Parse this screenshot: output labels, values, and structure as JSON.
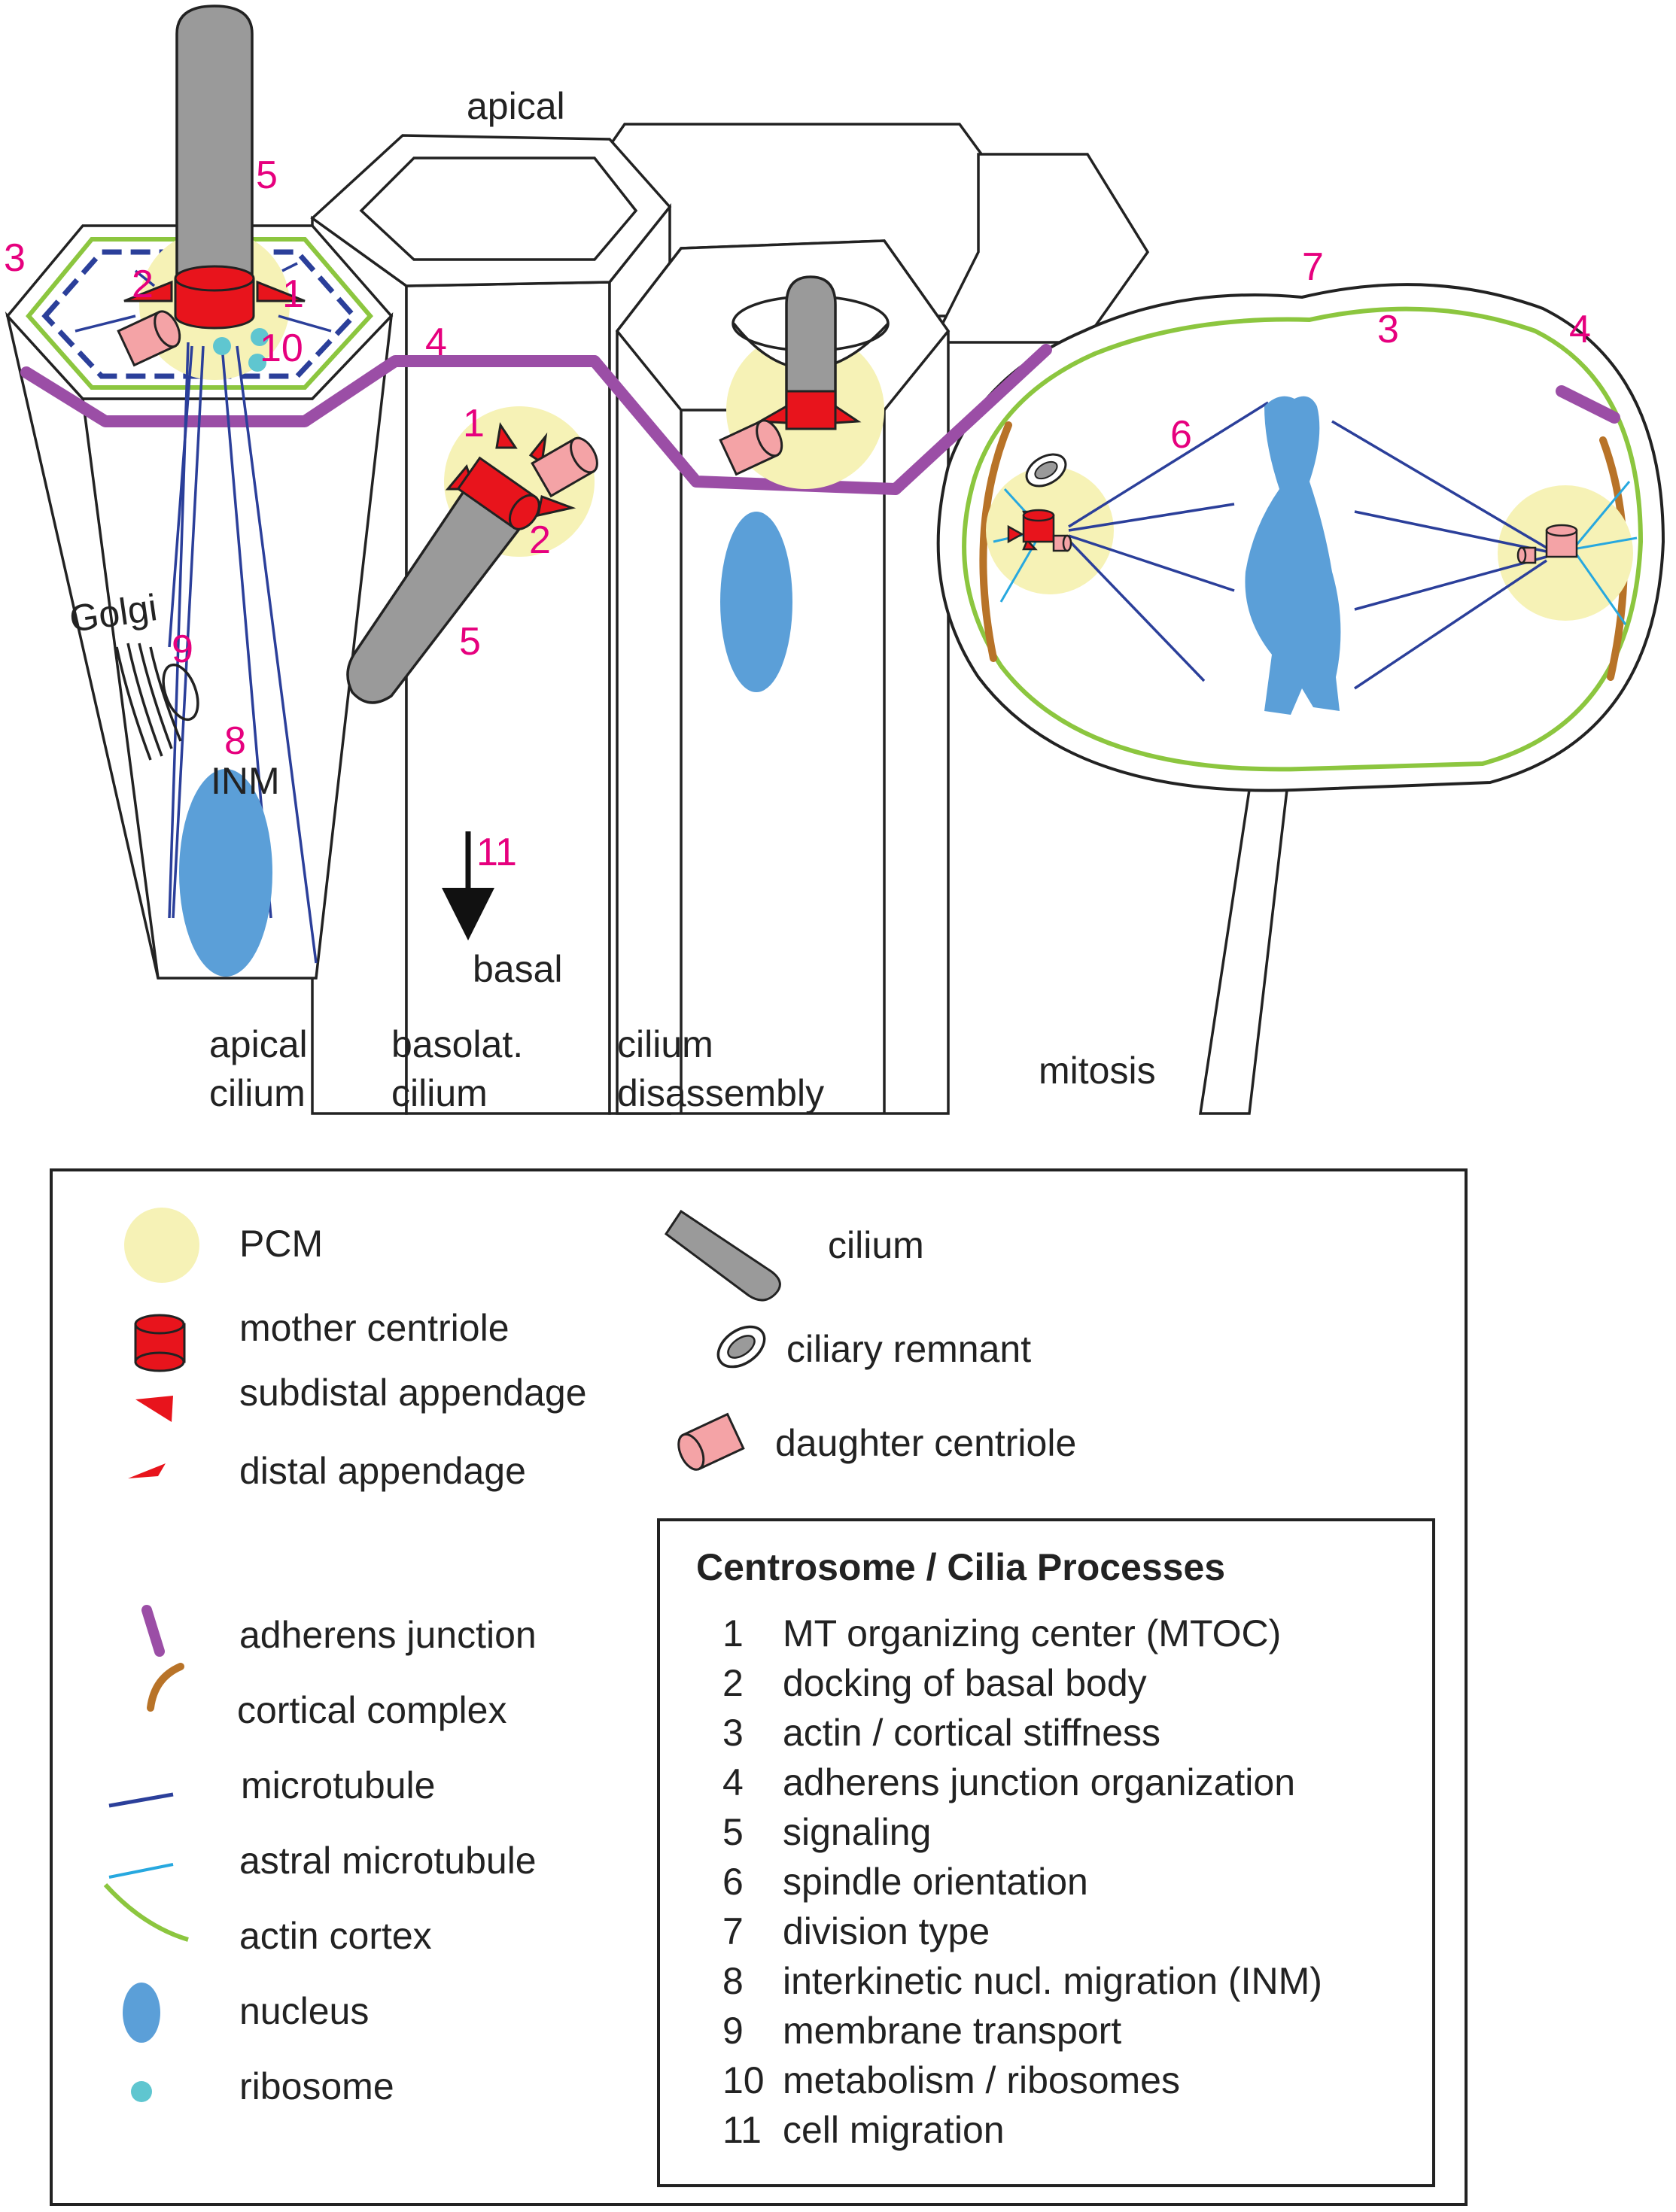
{
  "diagram": {
    "labels": {
      "apical": "apical",
      "golgi": "Golgi",
      "inm": "INM",
      "basal": "basal"
    },
    "cell_labels": [
      {
        "line1": "apical",
        "line2": "cilium"
      },
      {
        "line1": "basolat.",
        "line2": "cilium"
      },
      {
        "line1": "cilium",
        "line2": "disassembly"
      },
      {
        "line1": "mitosis",
        "line2": ""
      }
    ],
    "numbers": {
      "n1": "1",
      "n2": "2",
      "n3": "3",
      "n4": "4",
      "n5": "5",
      "n6": "6",
      "n7": "7",
      "n8": "8",
      "n9": "9",
      "n10": "10",
      "n11": "11"
    },
    "colors": {
      "pcm": "#f6f2b6",
      "mother_centriole": "#e8141c",
      "daughter_centriole": "#f4a3a6",
      "cilium": "#9a9a9a",
      "adherens_junction": "#9b4ea6",
      "cortical_complex": "#b87328",
      "microtubule": "#2b3f9a",
      "astral_microtubule": "#27a8df",
      "actin_cortex": "#8cc63f",
      "nucleus": "#5b9fd8",
      "ribosome": "#5fc6d0",
      "numbers": "#e6007e"
    }
  },
  "legend": {
    "left_items": [
      {
        "icon": "pcm",
        "label": "PCM"
      },
      {
        "icon": "mother-centriole",
        "label": "mother centriole"
      },
      {
        "icon": "subdistal-appendage",
        "label": "subdistal appendage"
      },
      {
        "icon": "distal-appendage",
        "label": "distal appendage"
      },
      {
        "icon": "adherens-junction",
        "label": "adherens junction"
      },
      {
        "icon": "cortical-complex",
        "label": "cortical complex"
      },
      {
        "icon": "microtubule",
        "label": "microtubule"
      },
      {
        "icon": "astral-microtubule",
        "label": "astral microtubule"
      },
      {
        "icon": "actin-cortex",
        "label": "actin cortex"
      },
      {
        "icon": "nucleus",
        "label": "nucleus"
      },
      {
        "icon": "ribosome",
        "label": "ribosome"
      }
    ],
    "right_items": [
      {
        "icon": "cilium",
        "label": "cilium"
      },
      {
        "icon": "ciliary-remnant",
        "label": "ciliary remnant"
      },
      {
        "icon": "daughter-centriole",
        "label": "daughter centriole"
      }
    ],
    "processes": {
      "title": "Centrosome / Cilia Processes",
      "items": [
        {
          "num": "1",
          "text": "MT organizing center (MTOC)"
        },
        {
          "num": "2",
          "text": "docking of basal body"
        },
        {
          "num": "3",
          "text": "actin / cortical stiffness"
        },
        {
          "num": "4",
          "text": "adherens junction organization"
        },
        {
          "num": "5",
          "text": "signaling"
        },
        {
          "num": "6",
          "text": "spindle orientation"
        },
        {
          "num": "7",
          "text": "division type"
        },
        {
          "num": "8",
          "text": "interkinetic nucl. migration (INM)"
        },
        {
          "num": "9",
          "text": "membrane transport"
        },
        {
          "num": "10",
          "text": "metabolism / ribosomes"
        },
        {
          "num": "11",
          "text": "cell migration"
        }
      ]
    }
  }
}
